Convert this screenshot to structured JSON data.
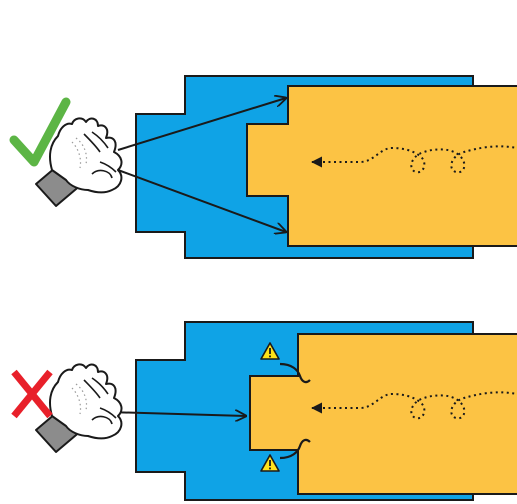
{
  "colors": {
    "housing": "#0fa3e6",
    "cylinder": "#fcc344",
    "outline": "#1a1a1a",
    "check": "#5cb545",
    "cross": "#e8202a",
    "sleeve": "#8c8c8c",
    "glove": "#ffffff",
    "warning": "#ffe21a"
  },
  "panels": [
    {
      "verdict": "correct",
      "mark_icon": "checkmark-icon",
      "hand_icon": "gloved-hand-icon",
      "force_arrows": 2,
      "cylinder_state": "fully-seated",
      "warnings": 0
    },
    {
      "verdict": "incorrect",
      "mark_icon": "cross-icon",
      "hand_icon": "gloved-hand-icon",
      "force_arrows": 1,
      "cylinder_state": "pushed-at-center",
      "warnings": 2,
      "warning_icon": "warning-triangle-icon"
    }
  ]
}
